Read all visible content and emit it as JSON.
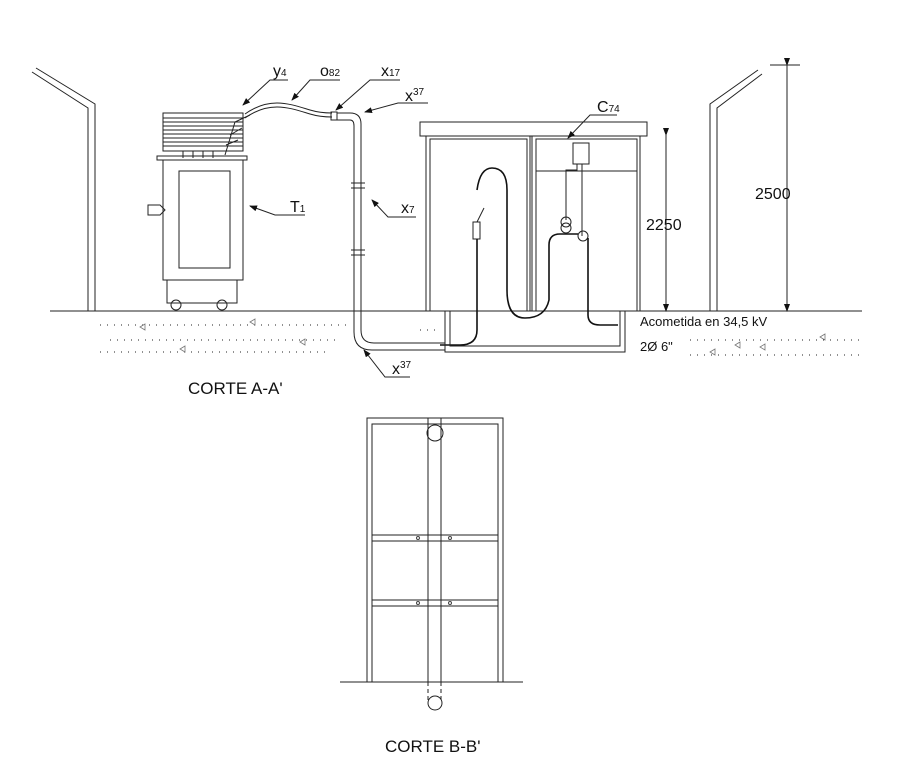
{
  "labels": {
    "y4": {
      "main": "y",
      "idx": "4"
    },
    "o82": {
      "main": "o",
      "idx": "82"
    },
    "x17": {
      "main": "x",
      "idx": "17"
    },
    "x37_top": {
      "main": "x",
      "idx": "37"
    },
    "x7": {
      "main": "x",
      "idx": "7"
    },
    "t1": {
      "main": "T",
      "idx": "1"
    },
    "c74": {
      "main": "C",
      "idx": "74"
    },
    "x37_bottom": {
      "main": "x",
      "idx": "37"
    }
  },
  "dimensions": {
    "d2250": "2250",
    "d2500": "2500"
  },
  "notes": {
    "acometida": "Acometida en 34,5 kV",
    "ducts": "2Ø 6\""
  },
  "titles": {
    "section_a": "CORTE A-A'",
    "section_b": "CORTE B-B'"
  }
}
